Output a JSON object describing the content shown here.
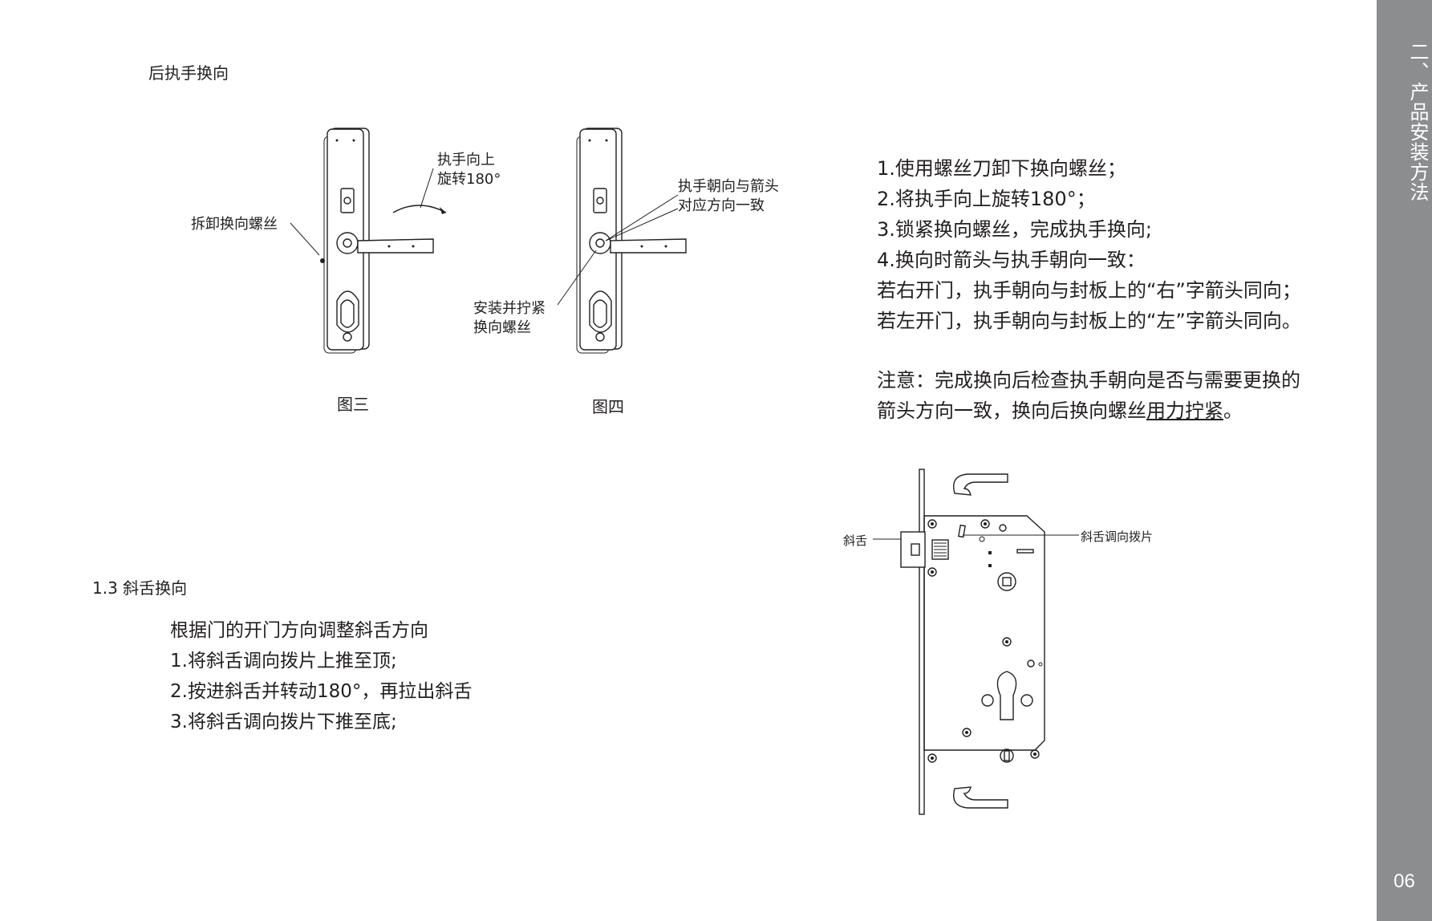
{
  "sidebar": {
    "section_title": "二、产品安装方法",
    "page_number": "06"
  },
  "handle_reversal": {
    "title": "后执手换向",
    "figure3": {
      "label": "图三",
      "annotation_remove_screw": "拆卸换向螺丝",
      "annotation_rotate": [
        "执手向上",
        "旋转180°"
      ]
    },
    "figure4": {
      "label": "图四",
      "annotation_direction": [
        "执手朝向与箭头",
        "对应方向一致"
      ],
      "annotation_install": [
        "安装并拧紧",
        "换向螺丝"
      ]
    }
  },
  "instructions": {
    "steps": [
      "1.使用螺丝刀卸下换向螺丝；",
      "2.将执手向上旋转180°；",
      "3.锁紧换向螺丝，完成执手换向;",
      "4.换向时箭头与执手朝向一致：",
      "若右开门，执手朝向与封板上的“右”字箭头同向；",
      "若左开门，执手朝向与封板上的“左”字箭头同向。"
    ],
    "note_line1": "注意：完成换向后检查执手朝向是否与需要更换的",
    "note_line2_prefix": "箭头方向一致，换向后换向螺丝",
    "note_line2_underlined": "用力拧紧",
    "note_line2_suffix": "。"
  },
  "latch_reversal": {
    "title": "1.3 斜舌换向",
    "lines": [
      "根据门的开门方向调整斜舌方向",
      "1.将斜舌调向拨片上推至顶;",
      "2.按进斜舌并转动180°，再拉出斜舌",
      "3.将斜舌调向拨片下推至底;"
    ]
  },
  "lock_body_figure": {
    "label_latch": "斜舌",
    "label_lever": "斜舌调向拨片"
  }
}
